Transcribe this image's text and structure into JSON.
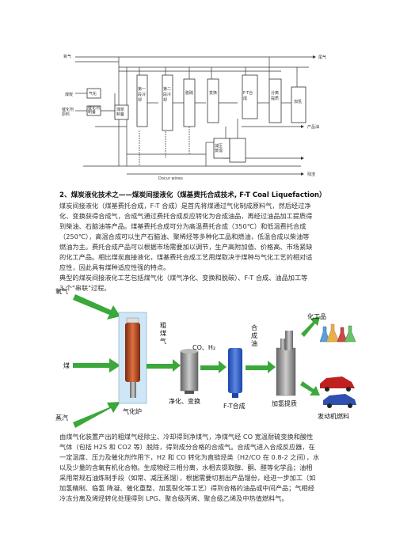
{
  "diagram1": {
    "oxygen": "氧气",
    "coal": "煤炭",
    "catalyst": "催化剂\n原料",
    "gasifier": "气化",
    "cat_prep": "催化剂\n制备",
    "slurry": "煤浆\n制备",
    "box1": "第一\n段冷却",
    "box2": "第二\n段冷却",
    "box3": "脱硫",
    "box4": "变换",
    "box5": "F-T合成",
    "box6": "分离\n提质",
    "box7": "减压\n蒸馏",
    "box8": "加氢",
    "out_top": "尾气",
    "out_mid": "产品油",
    "out_bottom": "残渣",
    "footnote": "Docur  wines"
  },
  "section": {
    "heading": "2、煤炭液化技术之——煤炭间接液化（煤基费托合成技术, F-T Coal Liquefaction）",
    "p1_lines": [
      "煤炭间接液化（煤基费托合成，F-T 合成）是首先将煤通过气化制成原料气，然后经过净",
      "化、变换获得合成气，合成气通过费托合成反应转化为合成油品，再经过油品加工提质得",
      "到柴油、石脑油等产品。煤基费托合成可分为高温费托合成（350℃）和低温费托合成",
      "（250℃），高温合成可以生产石脑油、聚稀烃等多种化工品和燃油，低温合成以柴油等",
      "燃油为主。费托合成产品可以根据市场需要加以调节，生产高附加值、价格高、市场紧缺",
      "的化工产品。相比煤炭直接液化，煤基费托合成工艺用煤取决于煤种与气化工艺的相对适",
      "应性，因此具有煤种适应性强的特点。"
    ],
    "p2_lines": [
      "典型的煤炭间接液化工艺包括煤气化（煤气净化、变换和脱碳）、F-T 合成、油品加工等",
      "3 个\"串联\"过程。"
    ]
  },
  "diagram2": {
    "oxygen": "氧气",
    "coal": "煤",
    "steam": "蒸汽",
    "gasifier": "气化炉",
    "crude_gas": "粗煤气",
    "co_h2": "CO、H₂",
    "purify": "净化、变换",
    "ft": "F-T合成",
    "synthetic_oil": "合成油",
    "hydro": "加氢提质",
    "chemicals": "化工品",
    "fuel": "发动机燃料"
  },
  "bottom": {
    "lines": [
      "由煤气化装置产出的粗煤气经除尘、冷却得到净煤气，净煤气经 CO 宽温耐硫变换和酸性",
      "气体（包括 H2S 和 CO2 等）脱除，得到成分合格的合成气。合成气进入合成反应器，在",
      "一定温度、压力及催化剂作用下，H2 和 CO 转化为直链烃类（H2/CO 在 0.8-2 之间），水",
      "以及少量的含氧有机化合物。生成物经三相分离，水相去提取醇、酮、醛等化学品；油相",
      "采用常规石油炼制手段（如常、减压蒸馏），根据需要切割出产品馏份，经进一步加工（如",
      "加氢精制、临氢  降凝、催化重整、加氢裂化等工艺）得到合格的油品或中间产品；气相经",
      "冷冻分离及烯烃转化处理得到 LPG、聚合级丙烯、聚合级乙烯及中热值燃料气。"
    ]
  }
}
